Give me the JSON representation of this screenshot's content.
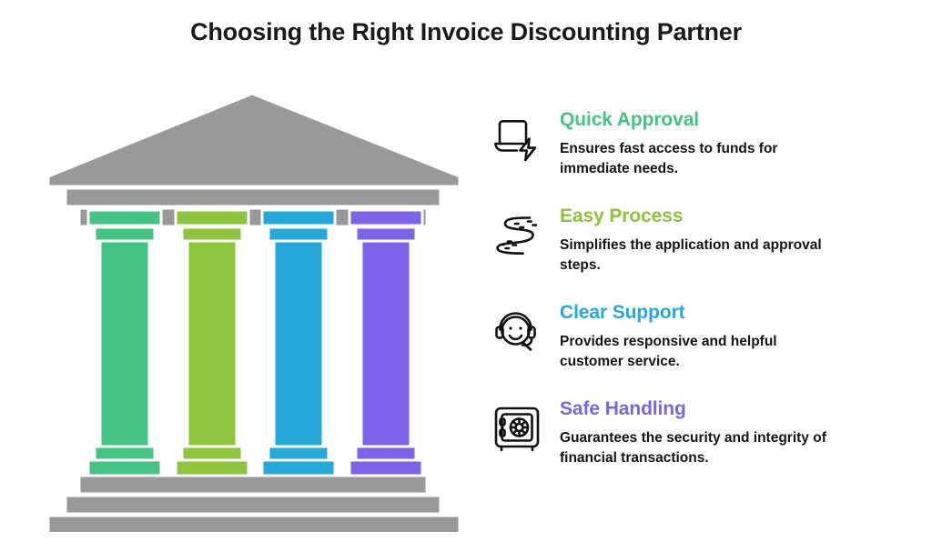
{
  "page": {
    "title": "Choosing the Right Invoice Discounting Partner",
    "background_color": "#ffffff"
  },
  "illustration": {
    "name": "greek-temple-four-pillars",
    "structure_color": "#999999",
    "outline_color": "#ffffff",
    "pillars": [
      {
        "name": "pillar-quick-approval",
        "color": "#44c482"
      },
      {
        "name": "pillar-easy-process",
        "color": "#8cc43c"
      },
      {
        "name": "pillar-clear-support",
        "color": "#25a9db"
      },
      {
        "name": "pillar-safe-handling",
        "color": "#7c63ea"
      }
    ]
  },
  "features": [
    {
      "icon": "laptop-lightning-icon",
      "heading": "Quick Approval",
      "heading_color": "#44c482",
      "description": "Ensures fast access to funds for immediate needs."
    },
    {
      "icon": "winding-road-icon",
      "heading": "Easy Process",
      "heading_color": "#8cc43c",
      "description": "Simplifies the application and approval steps."
    },
    {
      "icon": "headset-support-icon",
      "heading": "Clear Support",
      "heading_color": "#25a9db",
      "description": "Provides responsive and helpful customer service."
    },
    {
      "icon": "safe-vault-icon",
      "heading": "Safe Handling",
      "heading_color": "#7c63ea",
      "description": "Guarantees the security and integrity of financial transactions."
    }
  ]
}
